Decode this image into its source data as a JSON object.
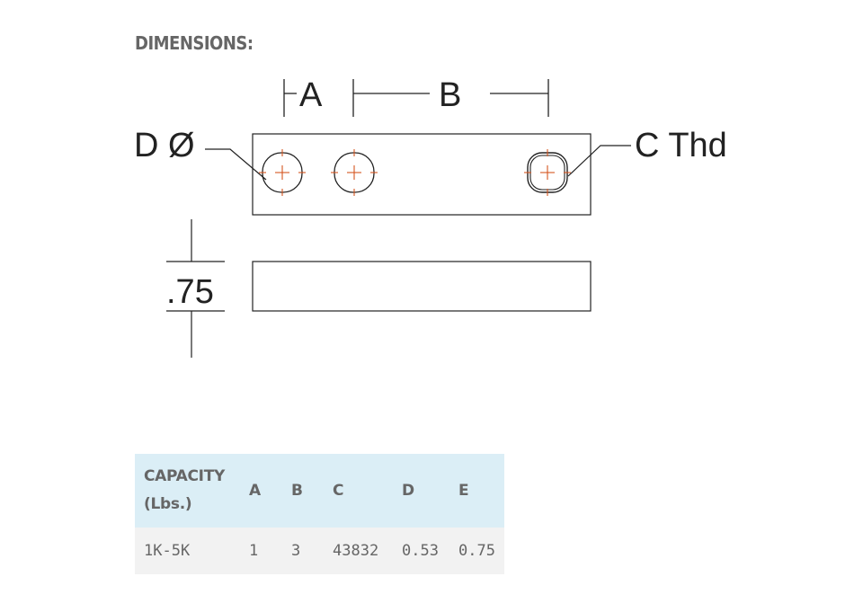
{
  "section_title": "DIMENSIONS:",
  "drawing": {
    "label_a": "A",
    "label_b": "B",
    "label_d": "D Ø",
    "label_c": "C Thd",
    "label_height": ".75",
    "center_mark_color": "#d4551f",
    "line_color": "#222222"
  },
  "table": {
    "header_bg": "#dbeef6",
    "row_bg": "#f2f2f2",
    "headers": {
      "capacity_line1": "CAPACITY",
      "capacity_line2": "(Lbs.)",
      "a": "A",
      "b": "B",
      "c": "C",
      "d": "D",
      "e": "E"
    },
    "rows": [
      {
        "capacity": "1K-5K",
        "a": "1",
        "b": "3",
        "c": "43832",
        "d": "0.53",
        "e": "0.75"
      }
    ]
  }
}
